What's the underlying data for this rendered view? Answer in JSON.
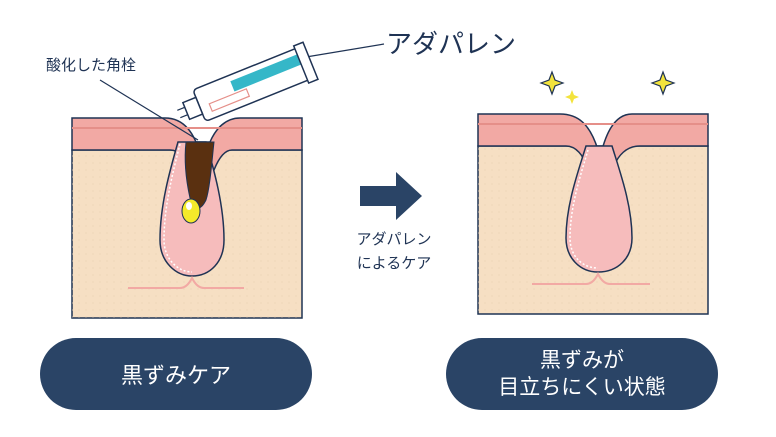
{
  "labels": {
    "oxidized_plug": "酸化した角栓",
    "adapalene": "アダパレン",
    "treatment_line1": "アダパレン",
    "treatment_line2": "によるケア"
  },
  "before": {
    "title": "黒ずみケア"
  },
  "after": {
    "title_line1": "黒ずみが",
    "title_line2": "目立ちにくい状態"
  },
  "colors": {
    "pill": "#2a4466",
    "text": "#1f3354",
    "skin_surface": "#f2a9a4",
    "dermis": "#f6dfc3",
    "follicle": "#f6bcbc",
    "plug": "#5a3010",
    "sebum": "#f4ea2a",
    "sparkle": "#f3e33c",
    "tube_stripe": "#35b7c8"
  },
  "icons": [
    "arrow-right-icon",
    "sparkle-icon",
    "ointment-tube-icon"
  ]
}
